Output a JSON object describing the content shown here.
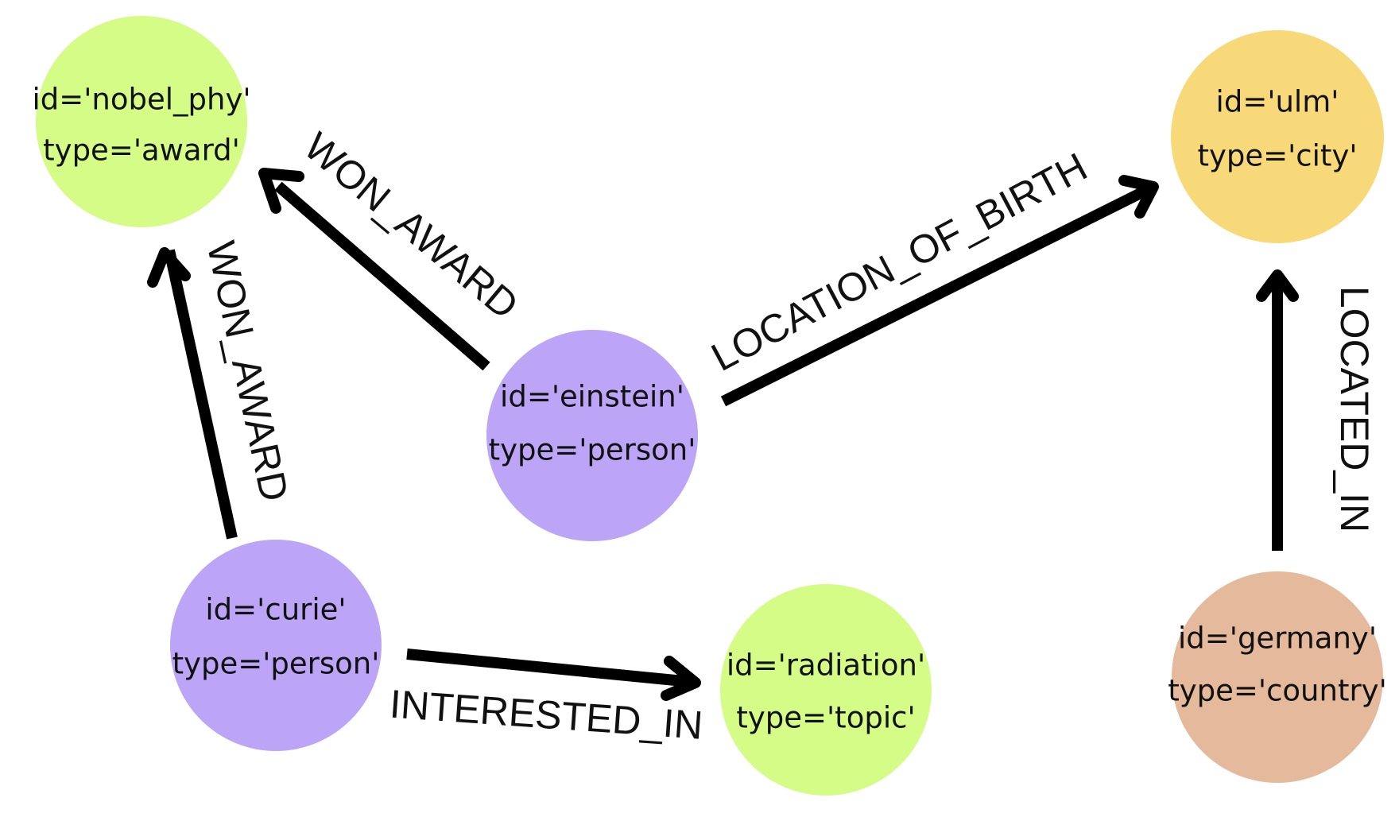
{
  "nodes": [
    {
      "key": "nobel_phy",
      "id_text": "id='nobel_phy'",
      "type_text": "type='award'",
      "color": "#d4fc86"
    },
    {
      "key": "ulm",
      "id_text": "id='ulm'",
      "type_text": "type='city'",
      "color": "#f8d97a"
    },
    {
      "key": "einstein",
      "id_text": "id='einstein'",
      "type_text": "type='person'",
      "color": "#bca5f7"
    },
    {
      "key": "curie",
      "id_text": "id='curie'",
      "type_text": "type='person'",
      "color": "#bca5f7"
    },
    {
      "key": "radiation",
      "id_text": "id='radiation'",
      "type_text": "type='topic'",
      "color": "#d4fc86"
    },
    {
      "key": "germany",
      "id_text": "id='germany'",
      "type_text": "type='country'",
      "color": "#e4b99c"
    }
  ],
  "edges": [
    {
      "from": "einstein",
      "to": "nobel_phy",
      "label": "WON_AWARD"
    },
    {
      "from": "curie",
      "to": "nobel_phy",
      "label": "WON_AWARD"
    },
    {
      "from": "einstein",
      "to": "ulm",
      "label": "LOCATION_OF_BIRTH"
    },
    {
      "from": "curie",
      "to": "radiation",
      "label": "INTERESTED_IN"
    },
    {
      "from": "germany",
      "to": "ulm",
      "label": "LOCATED_IN"
    }
  ]
}
